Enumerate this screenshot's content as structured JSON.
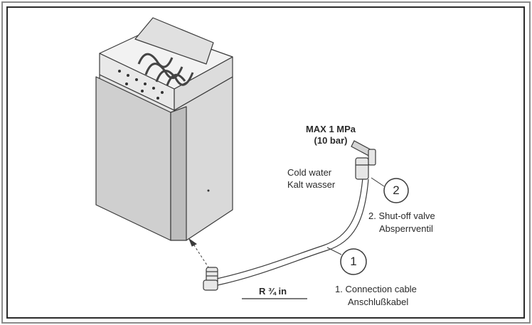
{
  "pressure": {
    "line1": "MAX 1 MPa",
    "line2": "(10 bar)"
  },
  "cold_water": {
    "line1": "Cold water",
    "line2": "Kalt wasser"
  },
  "valve": {
    "number": "2",
    "line1": "2. Shut-off valve",
    "line2": "Absperrventil"
  },
  "cable": {
    "number": "1",
    "line1": "1. Connection cable",
    "line2": "Anschlußkabel"
  },
  "thread": {
    "label": "R ¾ in"
  },
  "colors": {
    "line": "#3a3a3a",
    "panel_shade": "#d6d6d6",
    "panel_light": "#ececec",
    "text": "#2a2a2a"
  }
}
